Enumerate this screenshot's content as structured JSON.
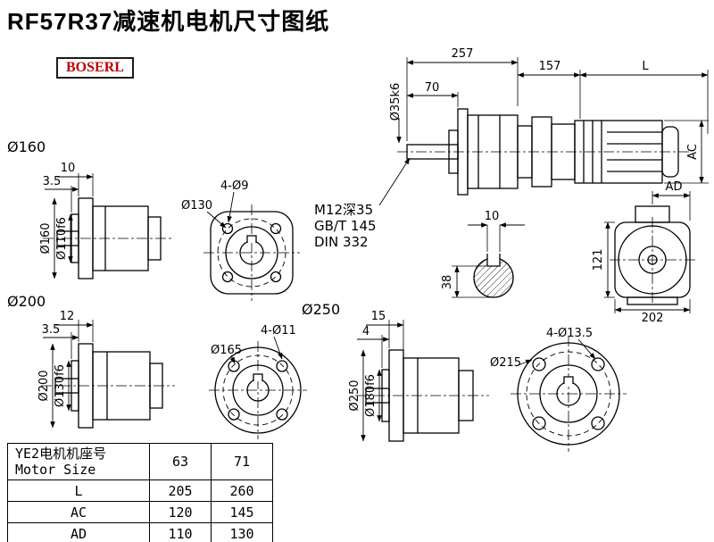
{
  "colors": {
    "line": "#000000",
    "logo_text": "#c00000",
    "background": "#ffffff"
  },
  "page": {
    "title": "RF57R37减速机电机尺寸图纸",
    "logo": "BOSERL"
  },
  "side_view": {
    "dim_total": "257",
    "dim_mid": "157",
    "dim_l": "L",
    "dim_shaft_len": "70",
    "shaft_dia": "Ø35k6",
    "ac_label": "AC"
  },
  "notes": {
    "tap_hole": "M12深35",
    "std_gb": "GB/T 145",
    "std_din": "DIN 332"
  },
  "key_section": {
    "key_width": "10",
    "depth_across": "38"
  },
  "rear_view": {
    "ad_label": "AD",
    "dim_height": "121",
    "dim_width": "202"
  },
  "sections": {
    "s160": "Ø160",
    "s200": "Ø200",
    "s250": "Ø250"
  },
  "flange160": {
    "dim_thickness": "10",
    "dim_step": "3.5",
    "od": "Ø160",
    "spigot": "Ø110f6"
  },
  "front130": {
    "bolt_circle": "Ø130",
    "holes": "4-Ø9"
  },
  "flange200": {
    "dim_thickness": "12",
    "dim_step": "3.5",
    "od": "Ø200",
    "spigot": "Ø130f6"
  },
  "front165": {
    "bolt_circle": "Ø165",
    "holes": "4-Ø11"
  },
  "flange250": {
    "dim_thickness": "15",
    "dim_step": "4",
    "od": "Ø250",
    "spigot": "Ø180f6"
  },
  "front215": {
    "bolt_circle": "Ø215",
    "holes": "4-Ø13.5"
  },
  "table": {
    "header_cn": "YE2电机机座号",
    "header_en": "Motor Size",
    "col1": "63",
    "col2": "71",
    "rows": [
      {
        "label": "L",
        "v1": "205",
        "v2": "260"
      },
      {
        "label": "AC",
        "v1": "120",
        "v2": "145"
      },
      {
        "label": "AD",
        "v1": "110",
        "v2": "130"
      }
    ]
  }
}
